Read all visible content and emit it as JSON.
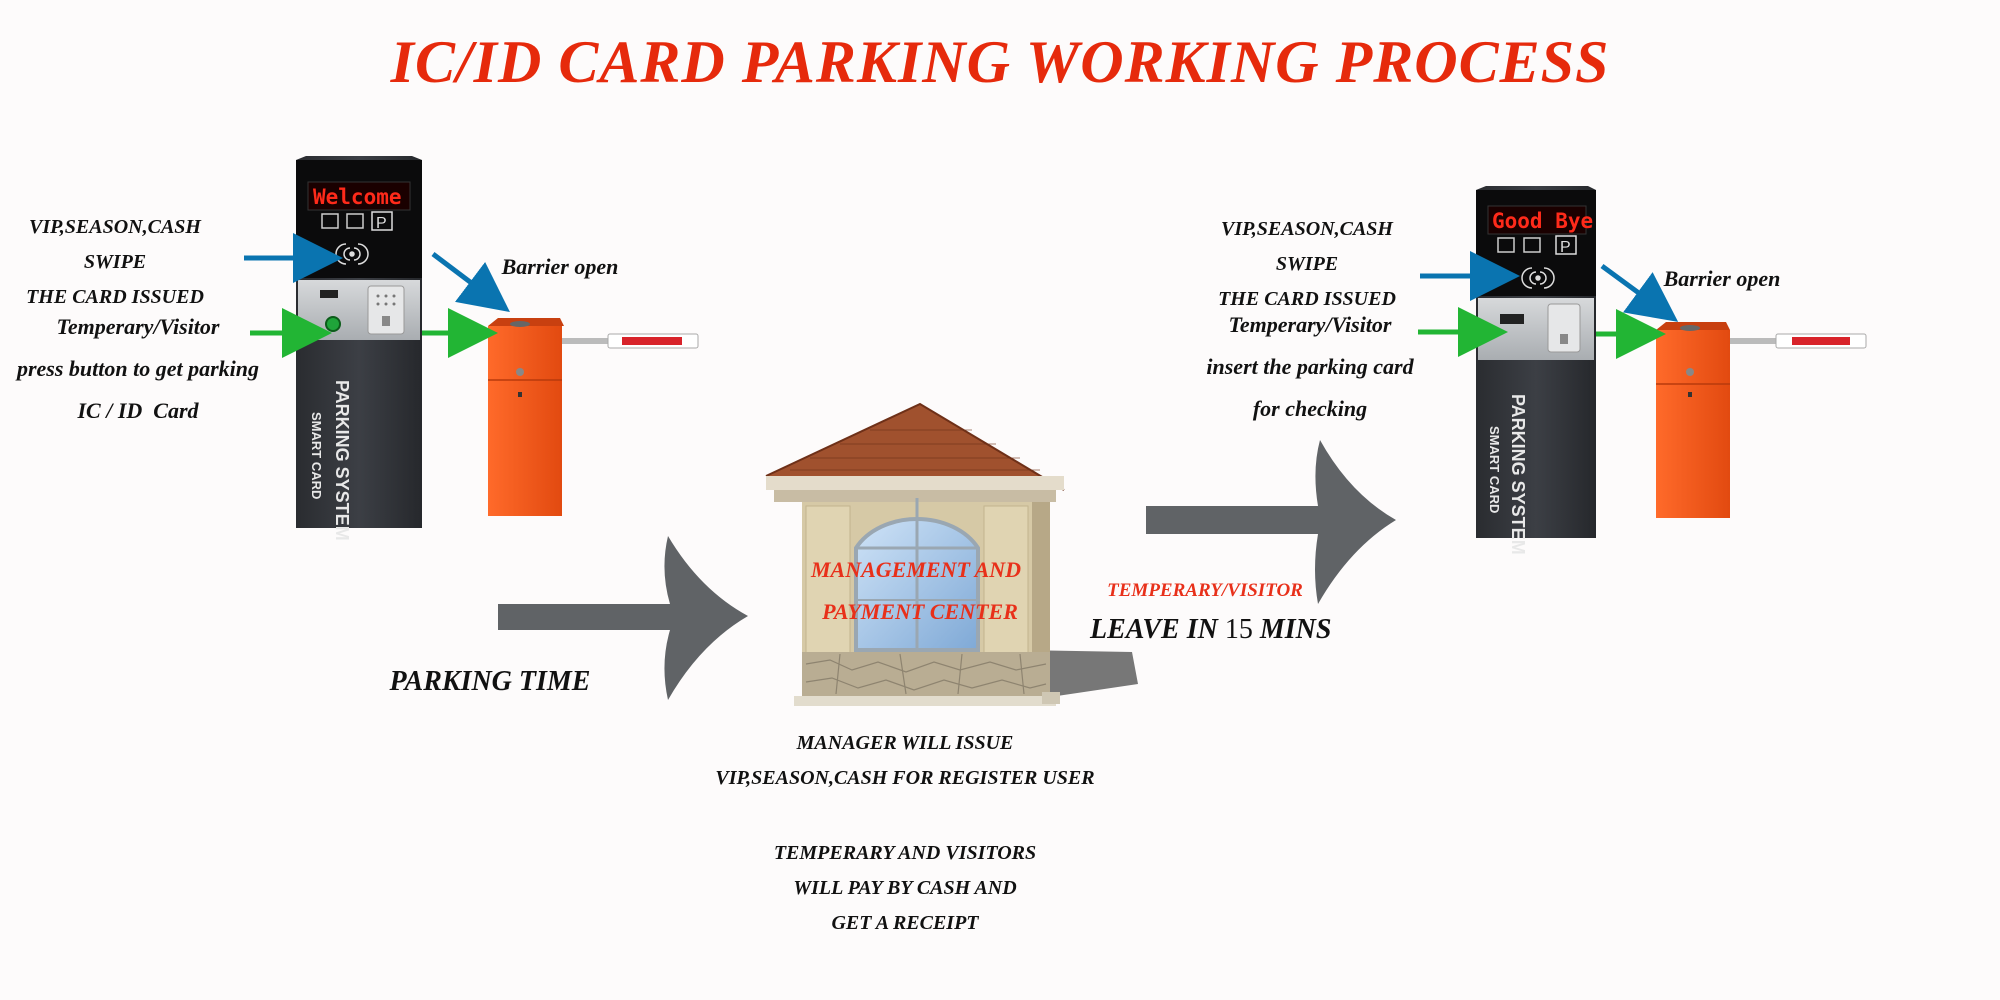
{
  "title": "IC/ID CARD PARKING WORKING PROCESS",
  "colors": {
    "title": "#e62a0c",
    "blue_arrow": "#0a74b0",
    "green_arrow": "#22b534",
    "gray_arrow": "#606366",
    "barrier": "#f05a1c",
    "booth_label": "#e8301a"
  },
  "entry": {
    "vip_line1": "VIP,SEASON,CASH SWIPE",
    "vip_line2": "THE CARD ISSUED",
    "visitor_line1": "Temperary/Visitor",
    "visitor_line2": "press button to get parking",
    "visitor_line3": "IC / ID  Card",
    "barrier_label": "Barrier open",
    "display_text": "Welcome",
    "side_brand": "PARKING SYSTEM",
    "side_sub": "SMART CARD"
  },
  "exit": {
    "vip_line1": "VIP,SEASON,CASH SWIPE",
    "vip_line2": "THE CARD ISSUED",
    "visitor_line1": "Temperary/Visitor",
    "visitor_line2": "insert the parking card",
    "visitor_line3": "for checking",
    "barrier_label": "Barrier open",
    "display_text": "Good Bye",
    "side_brand": "PARKING SYSTEM",
    "side_sub": "SMART CARD",
    "icon_labels": [
      "P"
    ]
  },
  "parking_time": "PARKING TIME",
  "booth": {
    "label_line1": "MANAGEMENT  AND",
    "label_line2": "PAYMENT CENTER",
    "manager_line1": "MANAGER WILL ISSUE",
    "manager_line2": "VIP,SEASON,CASH FOR REGISTER USER",
    "pay_line1": "TEMPERARY AND VISITORS",
    "pay_line2": "WILL PAY BY CASH AND",
    "pay_line3": "GET A RECEIPT"
  },
  "leave": {
    "visitor_label": "TEMPERARY/VISITOR",
    "leave_prefix": "LEAVE IN",
    "minutes": "15",
    "leave_suffix": "MINS"
  }
}
